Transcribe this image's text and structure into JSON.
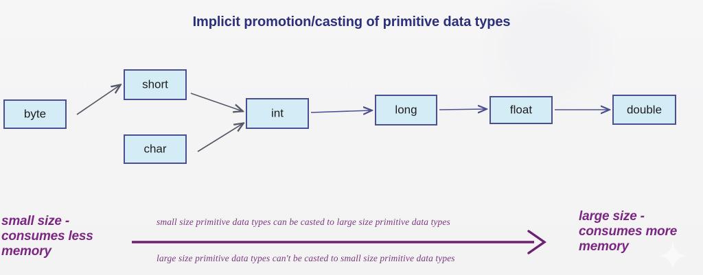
{
  "title": "Implicit promotion/casting of primitive data types",
  "colors": {
    "background": "#f4f4f5",
    "title_text": "#2b2f7c",
    "box_fill": "#d4ecf5",
    "box_border": "#4b4f92",
    "box_text": "#1d1d1d",
    "thin_arrow_gray": "#555a66",
    "thin_arrow_navy": "#4b4f92",
    "scale_arrow_purple": "#6d1f71",
    "scale_label_text": "#7b2682",
    "caption_text": "#7b3a7f"
  },
  "nodes": [
    {
      "id": "byte",
      "label": "byte"
    },
    {
      "id": "short",
      "label": "short"
    },
    {
      "id": "char",
      "label": "char"
    },
    {
      "id": "int",
      "label": "int"
    },
    {
      "id": "long",
      "label": "long"
    },
    {
      "id": "float",
      "label": "float"
    },
    {
      "id": "double",
      "label": "double"
    }
  ],
  "edges": [
    {
      "from": "byte",
      "to": "short",
      "style": "diagonal-gray"
    },
    {
      "from": "short",
      "to": "int",
      "style": "diagonal-gray"
    },
    {
      "from": "char",
      "to": "int",
      "style": "diagonal-gray"
    },
    {
      "from": "int",
      "to": "long",
      "style": "straight-navy"
    },
    {
      "from": "long",
      "to": "float",
      "style": "straight-navy"
    },
    {
      "from": "float",
      "to": "double",
      "style": "straight-navy"
    }
  ],
  "scale": {
    "left_label": "small size - consumes less memory",
    "right_label": "large size - consumes more memory",
    "caption_top": "small size primitive data types can be casted to large size primitive data types",
    "caption_bottom": "large size primitive data types can't be casted to small size primitive data types"
  }
}
